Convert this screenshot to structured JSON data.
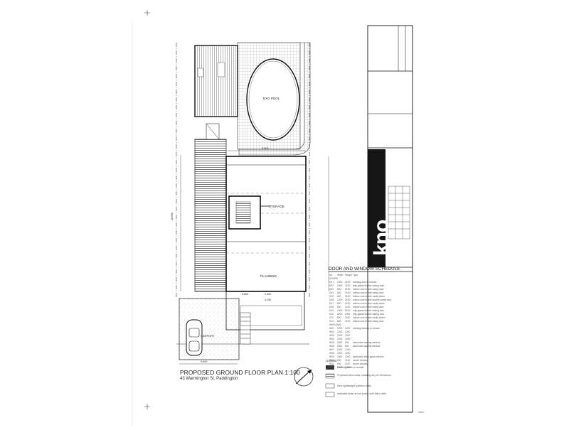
{
  "drawing": {
    "title": "PROPOSED GROUND FLOOR PLAN 1:100",
    "address": "43 Warmington St, Paddington"
  },
  "labels": {
    "pool": "EXG POOL",
    "stair": "STORAGE",
    "living": "PLANNING",
    "carport": "CARPORT",
    "dim_width": "9,000",
    "dim_6500": "6,500",
    "dim_4800": "4,800",
    "dim_2000": "2,000",
    "dim_4105": "4,105",
    "dim_length": "18,000"
  },
  "branding": {
    "logo": "kno"
  },
  "schedule": {
    "heading": "DOOR AND WINDOW SCHEDULE",
    "columns": [
      "No.",
      "Width",
      "Height",
      "Type"
    ],
    "doors_label": "DOORS",
    "doors": [
      [
        "D01",
        "2400",
        "2100",
        "existing door to remain"
      ],
      [
        "D02",
        "2400",
        "2100",
        "fully glazed timber sliding door"
      ],
      [
        "D03",
        "820",
        "2100",
        "hollow core timber swing door"
      ],
      [
        "D04",
        "820",
        "2100",
        "hollow core timber swing door"
      ],
      [
        "D05",
        "820",
        "2100",
        "hollow core timber cavity slider"
      ],
      [
        "D06",
        "1200",
        "2100",
        "hollow core timber double swing door"
      ],
      [
        "D07",
        "820",
        "2100",
        "hollow core timber cavity slider"
      ],
      [
        "D08",
        "820",
        "2100",
        "hollow core timber swing door"
      ],
      [
        "D09",
        "2400",
        "2100",
        "fully glazed timber sliding door"
      ],
      [
        "D10",
        "4200",
        "2400",
        "fully glazed timber sliding door"
      ],
      [
        "D11",
        "820",
        "2100",
        "hollow core timber cavity slider"
      ],
      [
        "D12",
        "820",
        "2100",
        "hollow core timber swing door"
      ]
    ],
    "windows_label": "WINDOWS",
    "windows": [
      [
        "W01",
        "1200",
        "1200",
        "existing window to remain"
      ],
      [
        "W02",
        "1200",
        "1200",
        ""
      ],
      [
        "W03",
        "1200",
        "1200",
        ""
      ],
      [
        "W04",
        "1200",
        "1200",
        ""
      ],
      [
        "W05",
        "1800",
        "600",
        "aluminium awning window"
      ],
      [
        "W06",
        "1800",
        "600",
        "aluminium awning window"
      ],
      [
        "W07",
        "1200",
        "1200",
        ""
      ],
      [
        "W08",
        "1200",
        "1200",
        ""
      ],
      [
        "W09",
        "2400",
        "1200",
        "aluminium fixed glass window"
      ],
      [
        "W10",
        "900",
        "2100",
        "louvre window"
      ],
      [
        "W11",
        "900",
        "2100",
        "louvre window"
      ],
      [
        "W12",
        "1200",
        "1200",
        ""
      ]
    ]
  },
  "legend": {
    "heading": "LEGEND",
    "items": [
      "Existing walls to remain",
      "Proposed stud walls, cladding as per elevations",
      "New lightweight partition walls",
      "Indicates drain at low points with fall to falls"
    ]
  }
}
